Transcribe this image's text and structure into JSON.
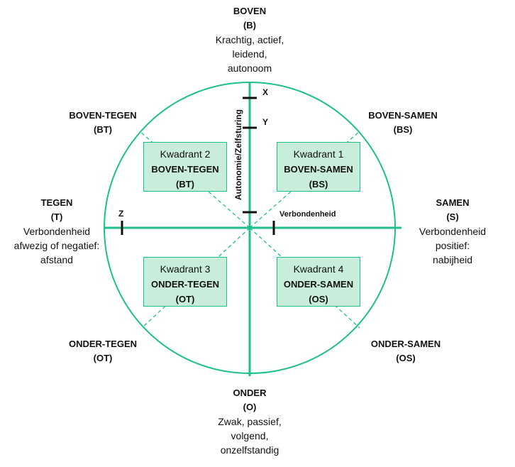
{
  "top": {
    "title": "BOVEN",
    "code": "(B)",
    "lines": [
      "Krachtig, actief,",
      "leidend,",
      "autonoom"
    ]
  },
  "bottom": {
    "title": "ONDER",
    "code": "(O)",
    "lines": [
      "Zwak, passief,",
      "volgend,",
      "onzelfstandig"
    ]
  },
  "left": {
    "title": "TEGEN",
    "code": "(T)",
    "lines": [
      "Verbondenheid",
      "afwezig of negatief:",
      "afstand"
    ]
  },
  "right": {
    "title": "SAMEN",
    "code": "(S)",
    "lines": [
      "Verbondenheid",
      "positief:",
      "nabijheid"
    ]
  },
  "top_left": {
    "title": "BOVEN-TEGEN",
    "code": "(BT)"
  },
  "top_right": {
    "title": "BOVEN-SAMEN",
    "code": "(BS)"
  },
  "bottom_left": {
    "title": "ONDER-TEGEN",
    "code": "(OT)"
  },
  "bottom_right": {
    "title": "ONDER-SAMEN",
    "code": "(OS)"
  },
  "quadrants": [
    {
      "label": "Kwadrant 1",
      "name": "BOVEN-SAMEN",
      "code": "(BS)"
    },
    {
      "label": "Kwadrant 2",
      "name": "BOVEN-TEGEN",
      "code": "(BT)"
    },
    {
      "label": "Kwadrant 3",
      "name": "ONDER-TEGEN",
      "code": "(OT)"
    },
    {
      "label": "Kwadrant 4",
      "name": "ONDER-SAMEN",
      "code": "(OS)"
    }
  ],
  "axes": {
    "vertical": "Autonomie/Zelfsturing",
    "horizontal": "Verbondenheid"
  },
  "ticks": {
    "x": "X",
    "y": "Y",
    "z": "Z"
  },
  "colors": {
    "accent": "#1dbf8a",
    "box_fill": "#c8eedb"
  }
}
